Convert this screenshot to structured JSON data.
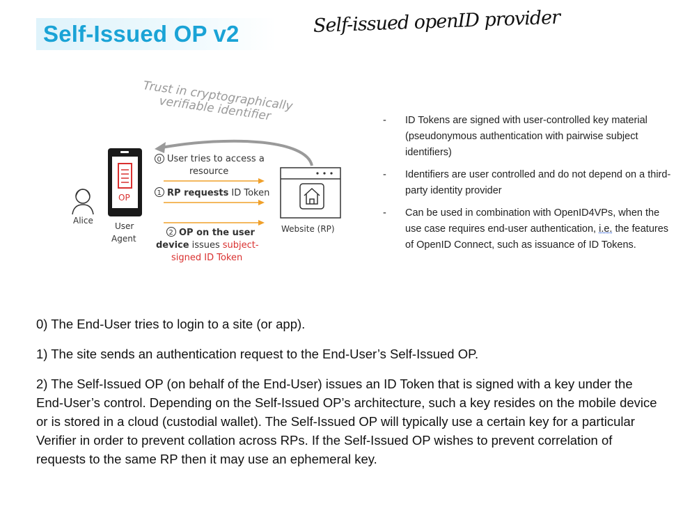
{
  "title": "Self-Issued OP v2",
  "handwritten_note": "Self-issued openID provider",
  "diagram": {
    "trust_label_line1": "Trust in cryptographically",
    "trust_label_line2": "verifiable identifier",
    "alice_label": "Alice",
    "op_label": "OP",
    "user_agent_line1": "User",
    "user_agent_line2": "Agent",
    "website_label": "Website (RP)",
    "step0_num": "0",
    "step0_line1": "User tries to access a",
    "step0_line2": "resource",
    "step1_num": "1",
    "step1_bold": "RP requests",
    "step1_rest": "ID Token",
    "step2_num": "2",
    "step2_line1": "OP on the user",
    "step2_line2_bold": "device",
    "step2_line2_rest": "issues",
    "step2_line2_red": "subject-",
    "step2_line3": "signed ID Token",
    "colors": {
      "accent_red": "#d9302f",
      "arrow_orange": "#f0a02a",
      "trust_gray": "#9a9a9a",
      "title_blue": "#1aa3d6"
    }
  },
  "bullets": [
    {
      "dash": "-",
      "text": "ID Tokens are signed with user-controlled key material (pseudonymous authentication with pairwise subject identifiers)"
    },
    {
      "dash": "-",
      "text": "Identifiers are user controlled and do not depend on a third-party identity provider"
    },
    {
      "dash": "-",
      "text_before": "Can be used in combination with OpenID4VPs, when the use case requires end-user authentication, ",
      "text_ie": "i.e.",
      "text_after": " the features of OpenID Connect, such as issuance of ID Tokens."
    }
  ],
  "paragraphs": [
    "0) The End-User tries to login to a site (or app).",
    "1) The site sends an authentication request to the End-User’s Self-Issued OP.",
    "2) The Self-Issued OP (on behalf of the End-User) issues an ID Token that is signed with a key under the End-User’s control. Depending on the Self-Issued OP’s architecture, such a key resides on the mobile device or is stored in a cloud (custodial wallet). The Self-Issued OP will typically use a certain key for a particular Verifier in order to prevent collation across RPs. If the Self-Issued OP wishes to prevent correlation of requests to the same RP then it may use an ephemeral key."
  ]
}
